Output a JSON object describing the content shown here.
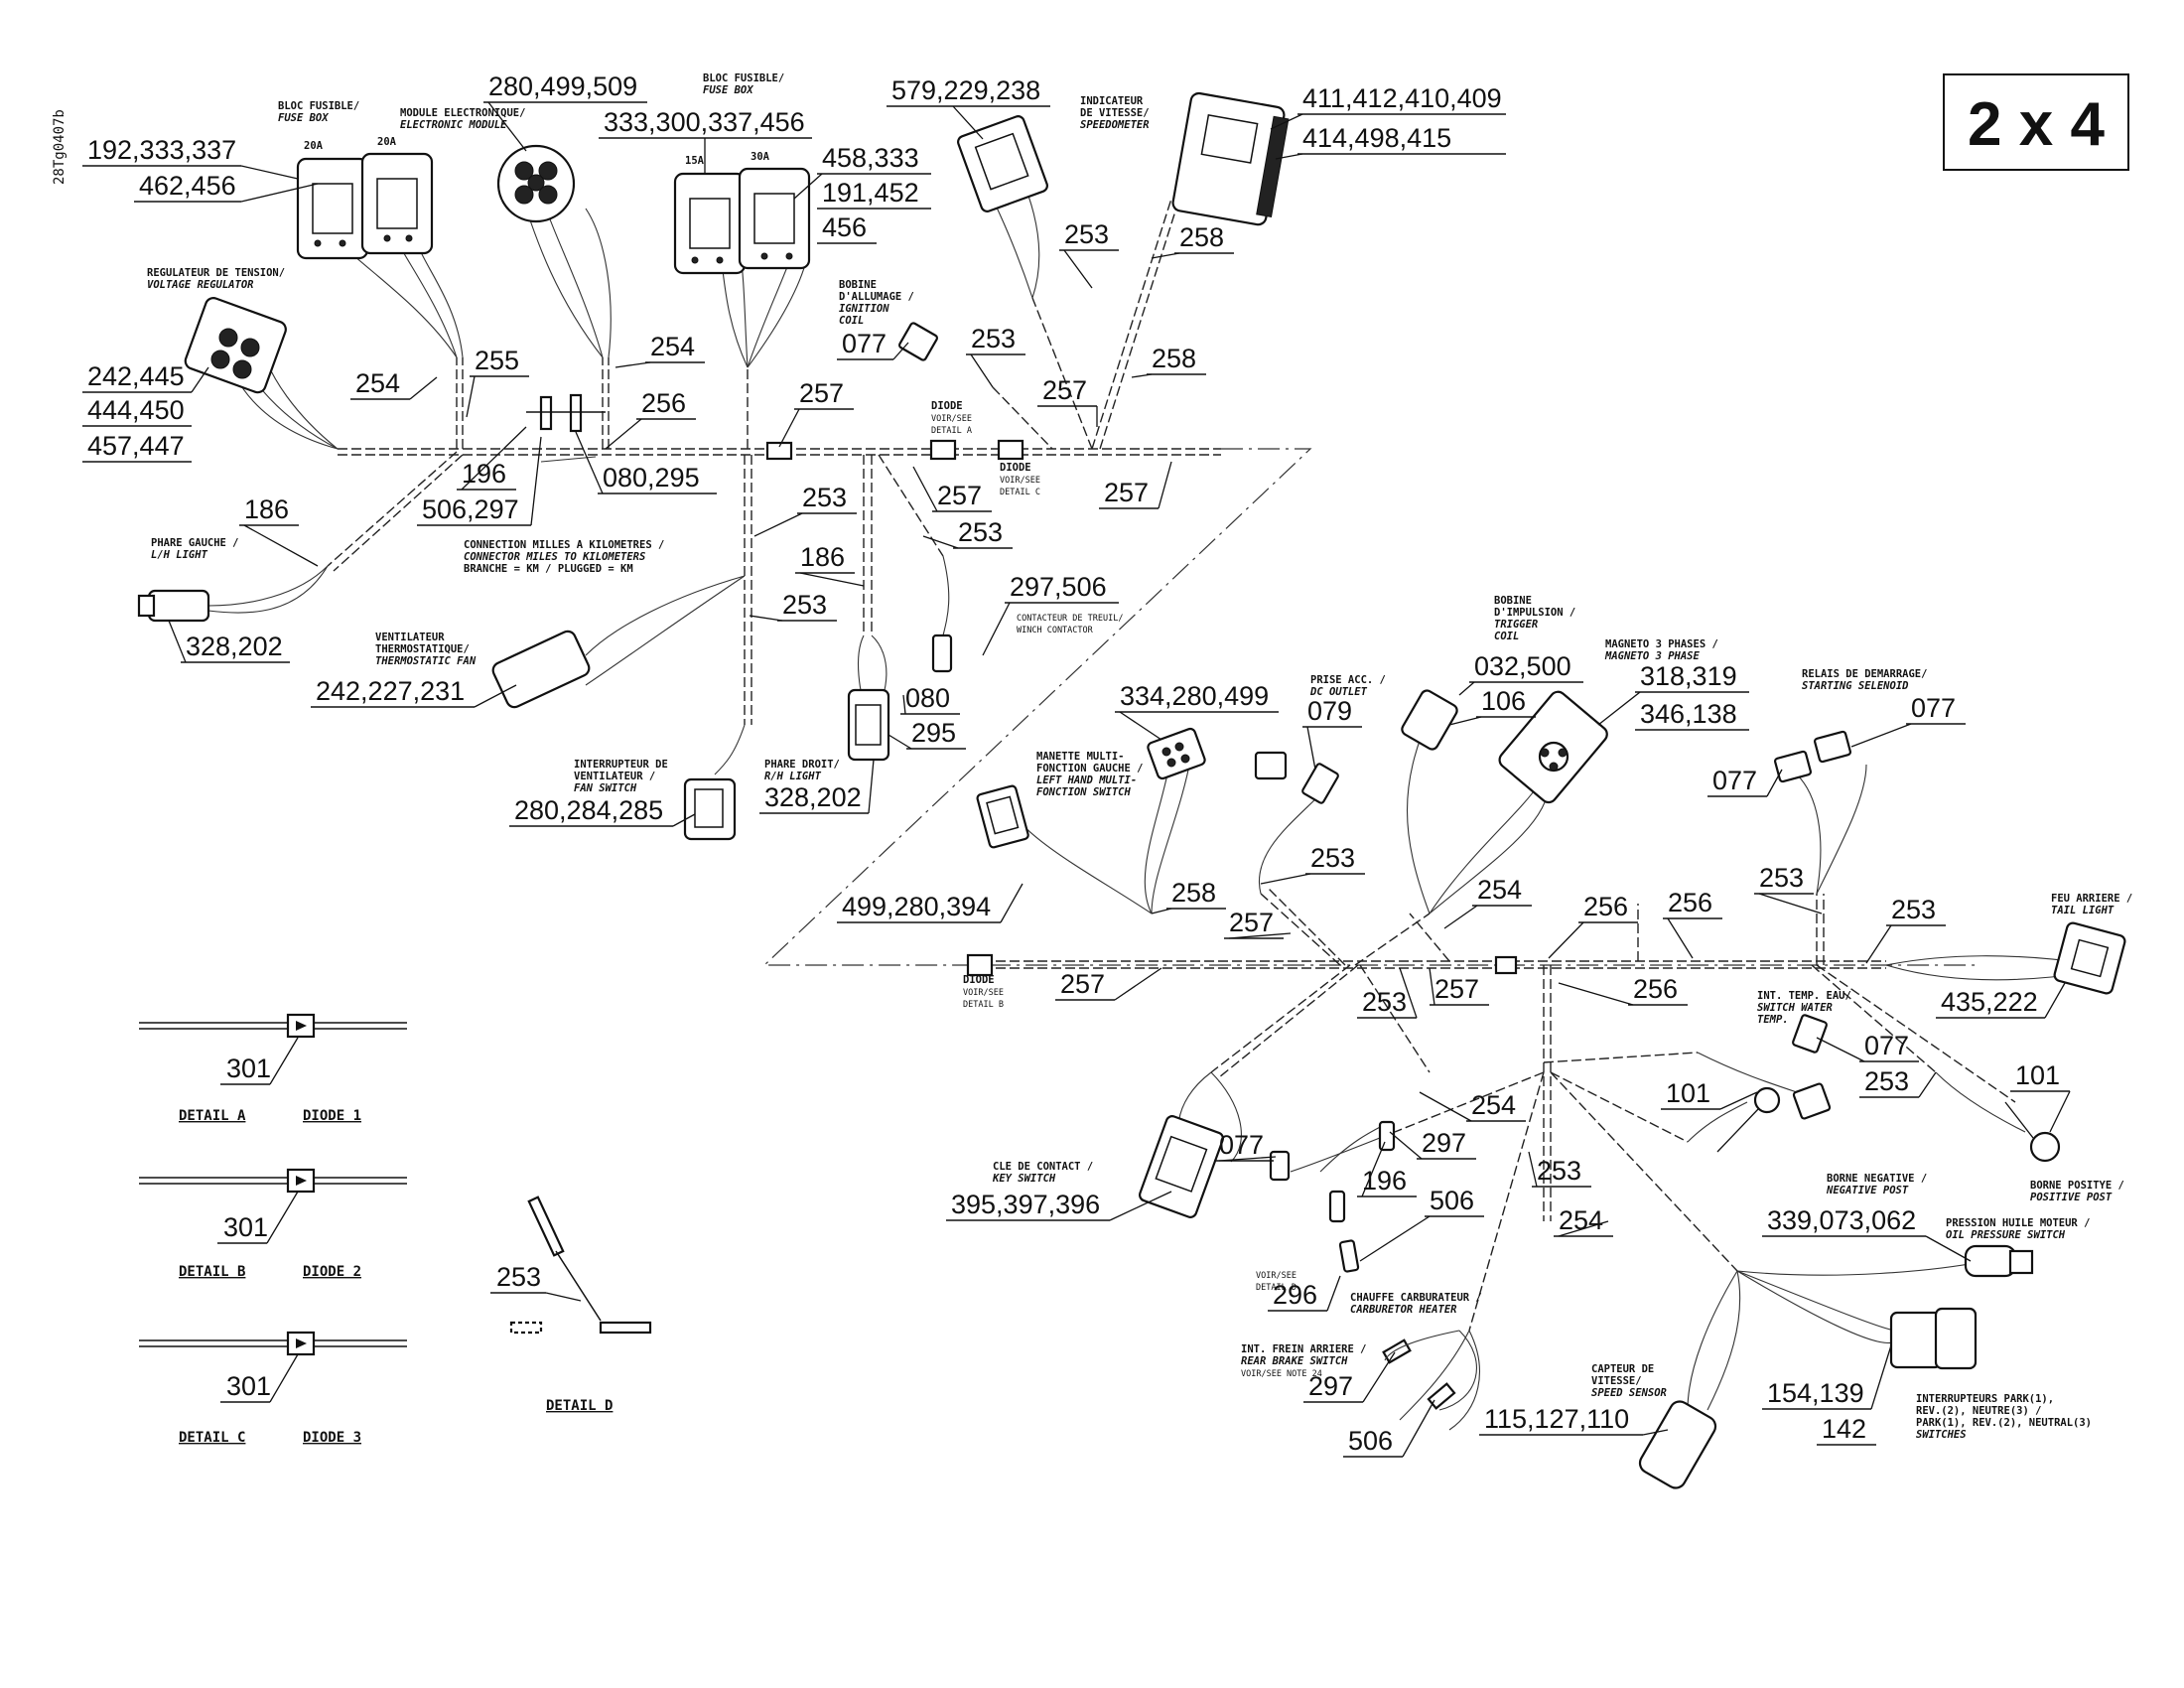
{
  "drawing_id": "28Tg0407b",
  "badge": "2 x 4",
  "labels": {
    "fuse_box_left": [
      "BLOC FUSIBLE/",
      "FUSE BOX"
    ],
    "amp_20a_1": "20A",
    "amp_20a_2": "20A",
    "electronic_module": [
      "MODULE ELECTRONIQUE/",
      "ELECTRONIC MODULE"
    ],
    "fuse_box_right": [
      "BLOC FUSIBLE/",
      "FUSE BOX"
    ],
    "amp_15a": "15A",
    "amp_30a": "30A",
    "speedometer": [
      "INDICATEUR",
      "DE VITESSE/",
      "SPEEDOMETER"
    ],
    "voltage_regulator": [
      "REGULATEUR DE TENSION/",
      "VOLTAGE REGULATOR"
    ],
    "ignition_coil": [
      "BOBINE",
      "D'ALLUMAGE /",
      "IGNITION",
      "COIL"
    ],
    "diode_a": [
      "DIODE",
      "VOIR/SEE",
      "DETAIL A"
    ],
    "diode_c": [
      "DIODE",
      "VOIR/SEE",
      "DETAIL C"
    ],
    "lh_light": [
      "PHARE GAUCHE /",
      "L/H LIGHT"
    ],
    "miles_km": [
      "CONNECTION MILLES A KILOMETRES /",
      "CONNECTOR MILES TO KILOMETERS",
      "BRANCHE = KM / PLUGGED = KM"
    ],
    "thermo_fan": [
      "VENTILATEUR",
      "THERMOSTATIQUE/",
      "THERMOSTATIC FAN"
    ],
    "winch_contactor": [
      "CONTACTEUR DE TREUIL/",
      "WINCH CONTACTOR"
    ],
    "fan_switch": [
      "INTERRUPTEUR DE",
      "VENTILATEUR /",
      "FAN SWITCH"
    ],
    "rh_light": [
      "PHARE DROIT/",
      "R/H LIGHT"
    ],
    "trigger_coil": [
      "BOBINE",
      "D'IMPULSION /",
      "TRIGGER",
      "COIL"
    ],
    "magneto": [
      "MAGNETO 3 PHASES /",
      "MAGNETO 3 PHASE"
    ],
    "starting_solenoid": [
      "RELAIS DE DEMARRAGE/",
      "STARTING SELENOID"
    ],
    "multi_function": [
      "MANETTE MULTI-",
      "FONCTION GAUCHE /",
      "LEFT HAND MULTI-",
      "FONCTION SWITCH"
    ],
    "dc_outlet": [
      "PRISE ACC. /",
      "DC OUTLET"
    ],
    "tail_light": [
      "FEU ARRIERE /",
      "TAIL LIGHT"
    ],
    "diode_b": [
      "DIODE",
      "VOIR/SEE",
      "DETAIL B"
    ],
    "water_temp": [
      "INT. TEMP. EAU/",
      "SWITCH WATER",
      "TEMP."
    ],
    "key_switch": [
      "CLE DE CONTACT /",
      "KEY SWITCH"
    ],
    "negative_post": [
      "BORNE NEGATIVE /",
      "NEGATIVE POST"
    ],
    "positive_post": [
      "BORNE POSITYE /",
      "POSITIVE POST"
    ],
    "oil_pressure": [
      "PRESSION HUILE MOTEUR /",
      "OIL PRESSURE SWITCH"
    ],
    "detail_d_ref": [
      "VOIR/SEE",
      "DETAIL D"
    ],
    "carb_heater": [
      "CHAUFFE CARBURATEUR /",
      "CARBURETOR HEATER"
    ],
    "rear_brake": [
      "INT. FREIN ARRIERE /",
      "REAR BRAKE SWITCH",
      "VOIR/SEE NOTE 24"
    ],
    "speed_sensor": [
      "CAPTEUR DE",
      "VITESSE/",
      "SPEED SENSOR"
    ],
    "park_switches": [
      "INTERRUPTEURS PARK(1),",
      "REV.(2), NEUTRE(3) /",
      "PARK(1), REV.(2), NEUTRAL(3)",
      "SWITCHES"
    ]
  },
  "details": {
    "a": {
      "ref": "301",
      "title": "DETAIL A",
      "diode": "DIODE 1"
    },
    "b": {
      "ref": "301",
      "title": "DETAIL B",
      "diode": "DIODE 2"
    },
    "c": {
      "ref": "301",
      "title": "DETAIL C",
      "diode": "DIODE 3"
    },
    "d": {
      "ref": "253",
      "title": "DETAIL D"
    }
  },
  "refs": {
    "r_192": "192,333,337",
    "r_462": "462,456",
    "r_280_499": "280,499,509",
    "r_333_300": "333,300,337,456",
    "r_458": "458,333",
    "r_191": "191,452",
    "r_456": "456",
    "r_579": "579,229,238",
    "r_411": "411,412,410,409",
    "r_414": "414,498,415",
    "r_253_a": "253",
    "r_258_a": "258",
    "r_242_445": "242,445",
    "r_444": "444,450",
    "r_457": "457,447",
    "r_254_a": "254",
    "r_255": "255",
    "r_254_b": "254",
    "r_077_a": "077",
    "r_253_b": "253",
    "r_258_b": "258",
    "r_256_a": "256",
    "r_257_a": "257",
    "r_257_b": "257",
    "r_196_a": "196",
    "r_506_297": "506,297",
    "r_080_295": "080,295",
    "r_257_c": "257",
    "r_257_d": "257",
    "r_186_a": "186",
    "r_253_c": "253",
    "r_253_d": "253",
    "r_186_b": "186",
    "r_297_506": "297,506",
    "r_253_e": "253",
    "r_328_a": "328,202",
    "r_242_227": "242,227,231",
    "r_080": "080",
    "r_295": "295",
    "r_280_284": "280,284,285",
    "r_328_b": "328,202",
    "r_032": "032,500",
    "r_106": "106",
    "r_318": "318,319",
    "r_346": "346,138",
    "r_334": "334,280,499",
    "r_079": "079",
    "r_077_b": "077",
    "r_077_c": "077",
    "r_253_f": "253",
    "r_253_g": "253",
    "r_254_c": "254",
    "r_256_b": "256",
    "r_256_c": "256",
    "r_253_h": "253",
    "r_258_c": "258",
    "r_257_e": "257",
    "r_499_280": "499,280,394",
    "r_257_f": "257",
    "r_257_g": "257",
    "r_253_i": "253",
    "r_256_d": "256",
    "r_435": "435,222",
    "r_077_d": "077",
    "r_253_j": "253",
    "r_101_a": "101",
    "r_101_b": "101",
    "r_254_d": "254",
    "r_077_e": "077",
    "r_297_a": "297",
    "r_196_b": "196",
    "r_506_a": "506",
    "r_253_k": "253",
    "r_395": "395,397,396",
    "r_254_e": "254",
    "r_339": "339,073,062",
    "r_296": "296",
    "r_297_b": "297",
    "r_506_b": "506",
    "r_115": "115,127,110",
    "r_154": "154,139",
    "r_142": "142"
  }
}
